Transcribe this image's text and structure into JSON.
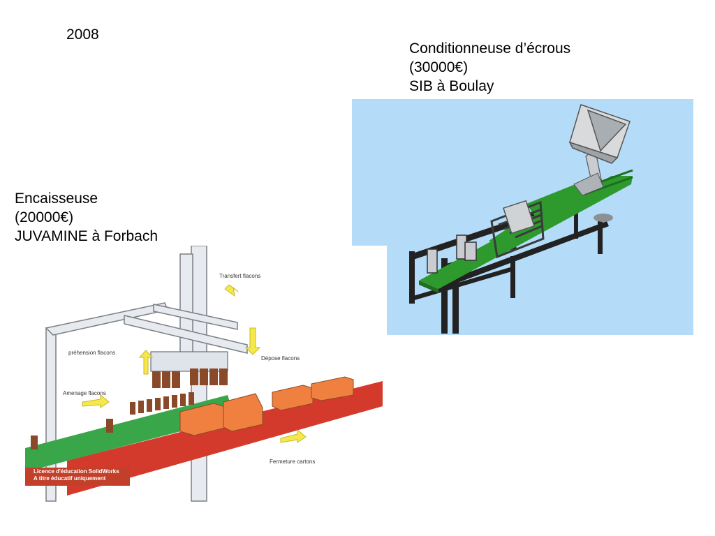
{
  "year": "2008",
  "machine_right": {
    "name": "Conditionneuse d’écrous",
    "price": "(30000€)",
    "company": "SIB à Boulay",
    "colors": {
      "background": "#b4dcf8",
      "green": "#2e9a2e",
      "frame": "#2a2a2a"
    }
  },
  "machine_left": {
    "name": "Encaisseuse",
    "price": "(20000€)",
    "company": "JUVAMINE à Forbach",
    "labels": {
      "transfert": "Transfert flacons",
      "prehension": "préhension flacons",
      "depose": "Dépose flacons",
      "amenage": "Amenage flacons",
      "fermeture": "Fermeture cartons"
    },
    "watermark": {
      "line1": "Licence d'éducation SolidWorks",
      "line2": "A titre éducatif uniquement"
    },
    "colors": {
      "conveyor_red": "#d33a2c",
      "conveyor_green": "#3aa64a",
      "carton": "#f08040",
      "arrow": "#f5e94a"
    }
  }
}
